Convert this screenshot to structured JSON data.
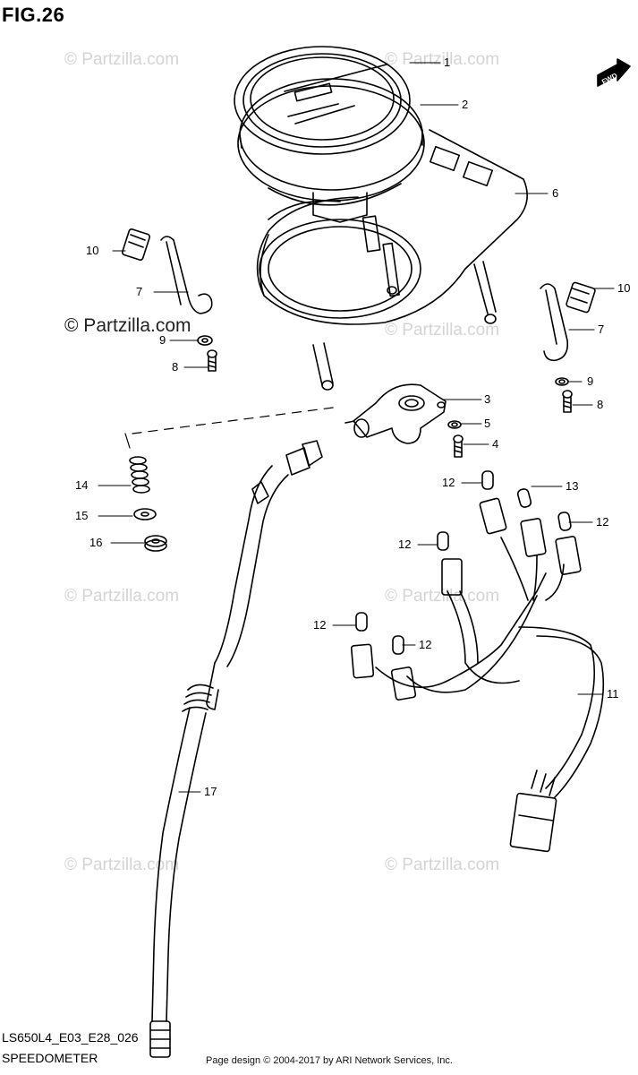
{
  "figure": {
    "title": "FIG.26",
    "model_code": "LS650L4_E03_E28_026",
    "caption": "SPEEDOMETER",
    "credit": "Page design © 2004-2017 by ARI Network Services, Inc."
  },
  "watermarks": {
    "faint": "© Partzilla.com",
    "strong": "© Partzilla.com"
  },
  "direction_badge": "FWD",
  "callouts": {
    "c1": "1",
    "c2": "2",
    "c3": "3",
    "c4": "4",
    "c5": "5",
    "c6": "6",
    "c7a": "7",
    "c7b": "7",
    "c8a": "8",
    "c8b": "8",
    "c9a": "9",
    "c9b": "9",
    "c10a": "10",
    "c10b": "10",
    "c11": "11",
    "c12a": "12",
    "c12b": "12",
    "c12c": "12",
    "c12d": "12",
    "c12e": "12",
    "c13": "13",
    "c14": "14",
    "c15": "15",
    "c16": "16",
    "c17": "17"
  },
  "colors": {
    "ink": "#000000",
    "watermark": "#d4d4d4"
  }
}
